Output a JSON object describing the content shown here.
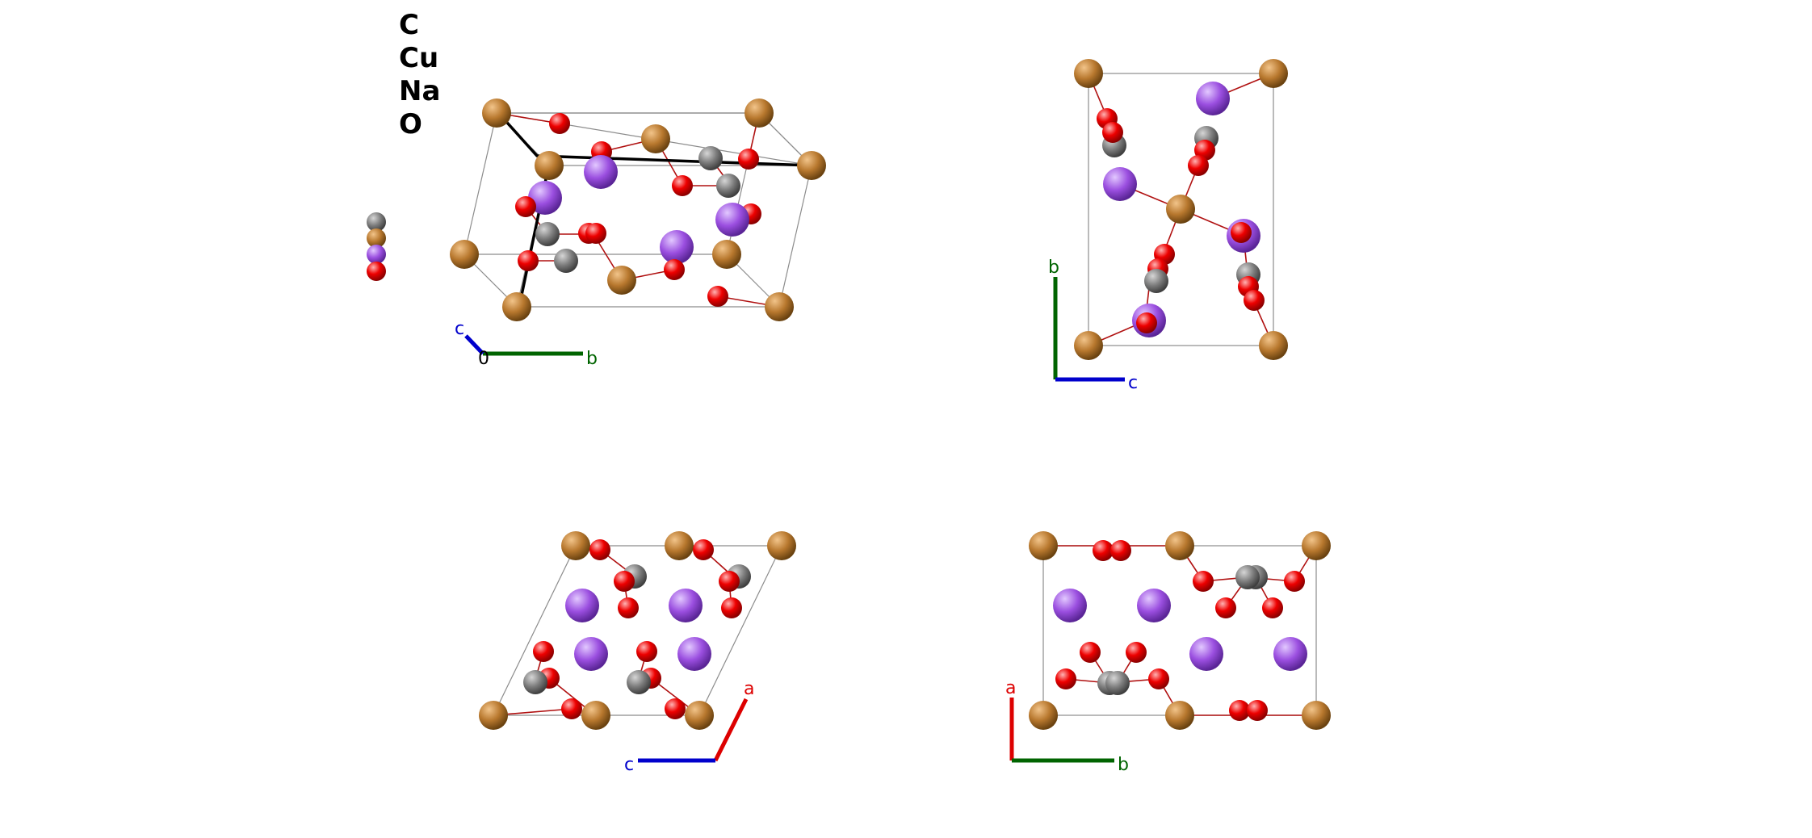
{
  "legend": {
    "elements": [
      "C",
      "Cu",
      "Na",
      "O"
    ],
    "colors": {
      "C": "#7d7d7d",
      "Cu": "#b8782e",
      "Na": "#9b4fe0",
      "O": "#ee0000"
    },
    "icons": [
      "c-atom-icon",
      "cu-atom-icon",
      "na-atom-icon",
      "o-atom-icon"
    ]
  },
  "views": [
    {
      "name": "perspective-view",
      "axes": {
        "origin": "0",
        "labels": [
          "c",
          "b"
        ],
        "colors": [
          "#0000cc",
          "#006400"
        ]
      }
    },
    {
      "name": "view-along-a",
      "axes": {
        "labels": [
          "b",
          "c"
        ],
        "colors": [
          "#006400",
          "#0000cc"
        ]
      }
    },
    {
      "name": "view-along-b",
      "axes": {
        "labels": [
          "a",
          "c"
        ],
        "colors": [
          "#dd0000",
          "#0000cc"
        ]
      }
    },
    {
      "name": "view-along-c",
      "axes": {
        "labels": [
          "a",
          "b"
        ],
        "colors": [
          "#dd0000",
          "#006400"
        ]
      }
    }
  ]
}
